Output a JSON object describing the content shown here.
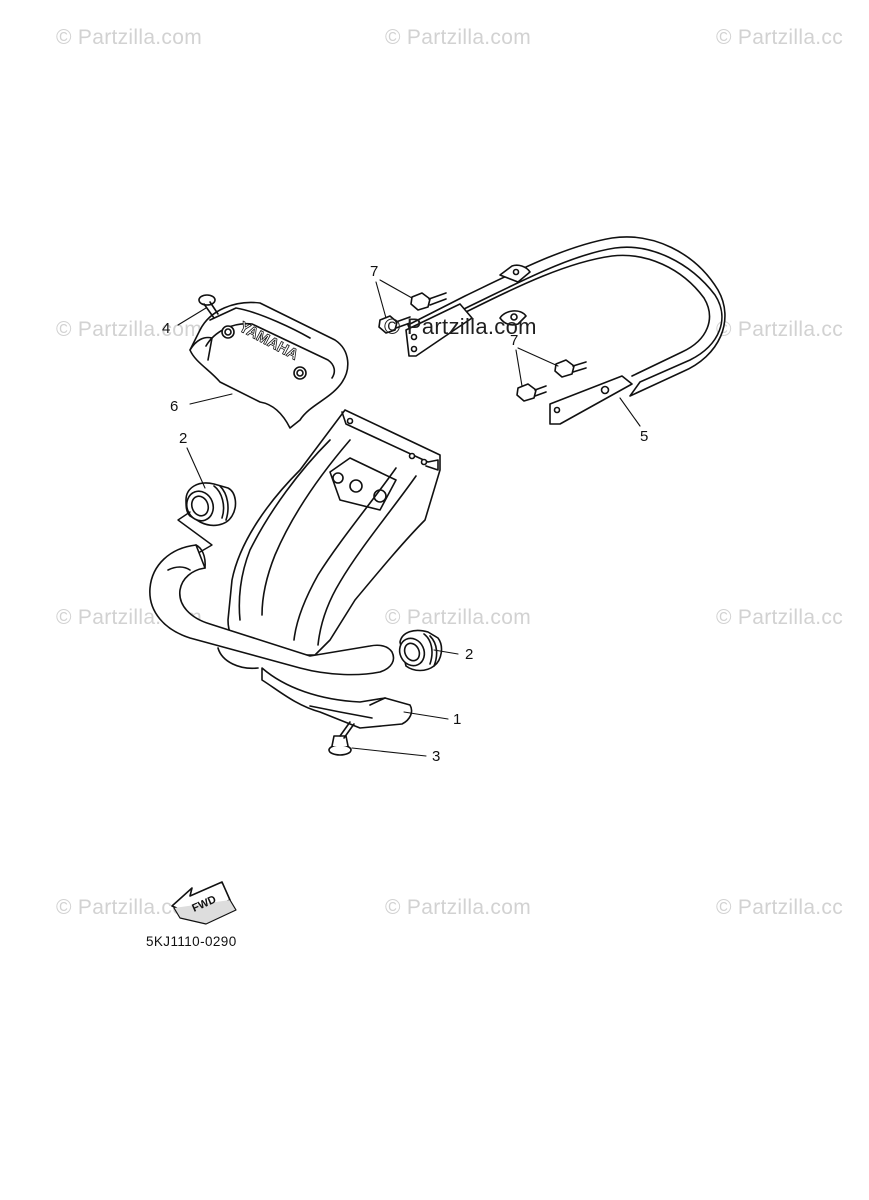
{
  "watermark": {
    "text": "© Partzilla.com",
    "text_cut": "© Partzilla.cc",
    "color": "#d2d2d2"
  },
  "center_watermark": "© Partzilla.com",
  "brand_text": "YAMAHA",
  "fwd_label": "FWD",
  "diagram_code": "5KJ1110-0290",
  "callouts": [
    "1",
    "2",
    "2",
    "3",
    "4",
    "5",
    "6",
    "7",
    "7"
  ],
  "icons": [
    "fwd-arrow-icon"
  ]
}
